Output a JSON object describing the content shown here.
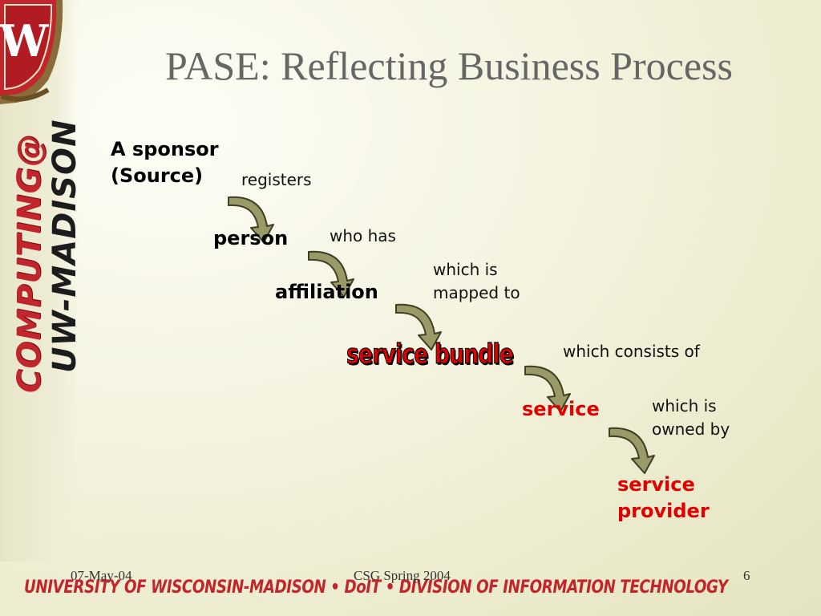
{
  "slide": {
    "title": "PASE: Reflecting Business Process",
    "slide_number": "6"
  },
  "logo": {
    "crest_letter": "W",
    "line1": "UW-MADISON",
    "line2": "COMPUTING@"
  },
  "diagram": {
    "nodes": {
      "sponsor_line1": "A sponsor",
      "sponsor_line2": "(Source)",
      "person": "person",
      "affiliation": "affiliation",
      "service_bundle": "service bundle",
      "service": "service",
      "provider_line1": "service",
      "provider_line2": "provider"
    },
    "relations": {
      "registers": "registers",
      "who_has": "who has",
      "mapped_line1": "which is",
      "mapped_line2": "mapped to",
      "consists_of": "which consists of",
      "owned_line1": "which is",
      "owned_line2": "owned by"
    },
    "colors": {
      "arrow_fill": "#9a9a68",
      "arrow_stroke": "#3e3e22",
      "highlight": "#e00000"
    }
  },
  "footer": {
    "date": "07-May-04",
    "event": "CSG Spring 2004",
    "banner": "UNIVERSITY OF WISCONSIN-MADISON • DoIT • DIVISION OF INFORMATION TECHNOLOGY"
  }
}
